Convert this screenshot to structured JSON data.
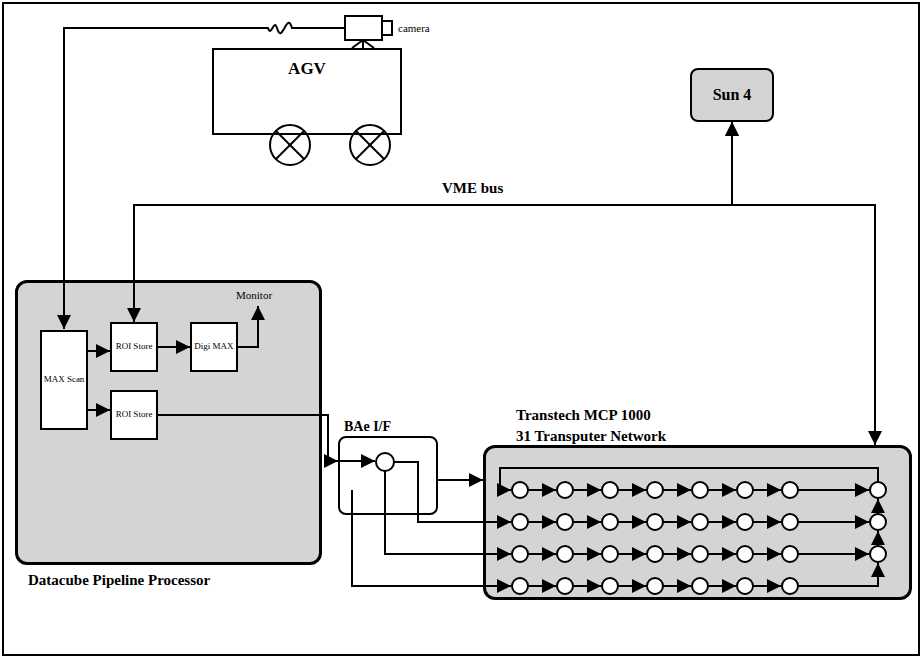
{
  "diagram": {
    "nodes": [
      {
        "text": [
          "AGV"
        ]
      },
      {
        "text": [
          "Sun 4"
        ]
      },
      {
        "text": [
          "Datacube Pipeline Processor"
        ]
      },
      {
        "text": [
          "MAX Scan"
        ],
        "in": 2
      },
      {
        "text": [
          "ROI Store"
        ],
        "in": 2
      },
      {
        "text": [
          "Digi MAX"
        ],
        "in": 2
      },
      {
        "text": [
          "ROI Store"
        ],
        "in": 2
      },
      {
        "text": [
          "BAe I/F"
        ]
      },
      {
        "text": [
          "Transtech MCP 1000",
          "31 Transputer Network"
        ]
      }
    ],
    "edges": [
      {
        "from": 3,
        "to": 4,
        "arrow": "to"
      },
      {
        "from": 3,
        "to": 6,
        "arrow": "to"
      },
      {
        "from": 4,
        "to": 5,
        "arrow": "to"
      },
      {
        "from": 6,
        "to": 7,
        "arrow": "to"
      },
      {
        "from": 7,
        "to": 8,
        "arrow": "to"
      },
      {
        "from": 1,
        "to": 4,
        "label": "VME bus",
        "arrow": "both"
      },
      {
        "from": 1,
        "to": 8,
        "arrow": "both"
      }
    ],
    "labels": [
      "camera",
      "Monitor"
    ]
  }
}
